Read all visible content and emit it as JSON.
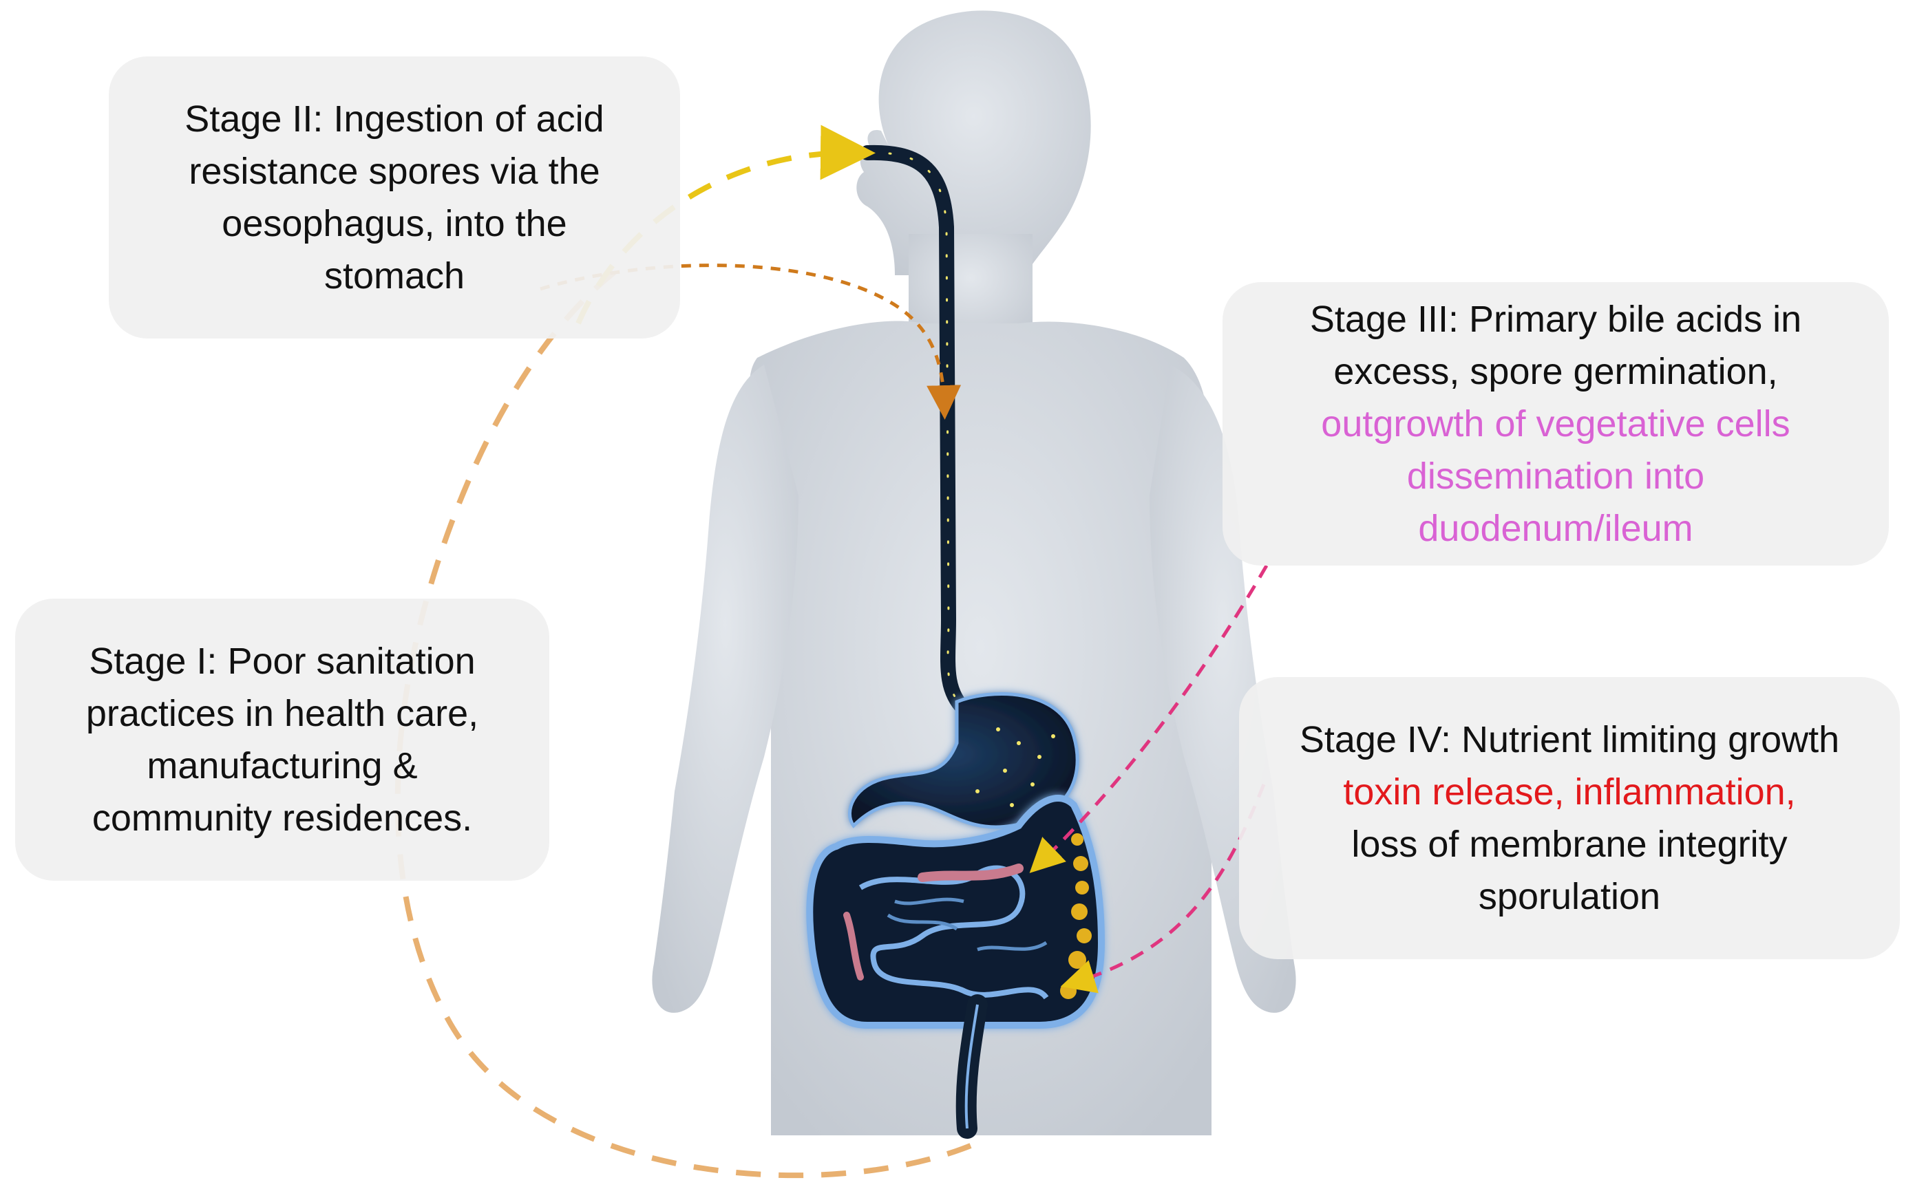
{
  "stages": [
    {
      "id": "stage2",
      "lines": [
        {
          "text": "Stage II: Ingestion of acid",
          "color": "#111111"
        },
        {
          "text": "resistance spores via the",
          "color": "#111111"
        },
        {
          "text": "oesophagus, into the",
          "color": "#111111"
        },
        {
          "text": "stomach",
          "color": "#111111"
        }
      ]
    },
    {
      "id": "stage3",
      "lines": [
        {
          "text": "Stage III: Primary bile acids in",
          "color": "#111111"
        },
        {
          "text": "excess, spore germination,",
          "color": "#111111"
        },
        {
          "text": "outgrowth of vegetative cells",
          "color": "#d962d4"
        },
        {
          "text": "dissemination into",
          "color": "#d962d4"
        },
        {
          "text": "duodenum/ileum",
          "color": "#d962d4"
        }
      ]
    },
    {
      "id": "stage1",
      "lines": [
        {
          "text": "Stage I: Poor sanitation",
          "color": "#111111"
        },
        {
          "text": "practices in health care,",
          "color": "#111111"
        },
        {
          "text": "manufacturing &",
          "color": "#111111"
        },
        {
          "text": "community residences.",
          "color": "#111111"
        }
      ]
    },
    {
      "id": "stage4",
      "lines": [
        {
          "text": "Stage IV: Nutrient limiting growth",
          "color": "#111111"
        },
        {
          "text": "toxin release, inflammation,",
          "color": "#e3191c"
        },
        {
          "text": "loss of membrane integrity",
          "color": "#111111"
        },
        {
          "text": "sporulation",
          "color": "#111111"
        }
      ]
    }
  ],
  "colors": {
    "body_silhouette": "#d4d9df",
    "gut_dark": "#0f1f33",
    "gut_glow": "#7fb0e8",
    "spore_dots": "#f2e66a",
    "arrow_yellow": "#e9c516",
    "arrow_orange": "#cf7a1c",
    "arrow_light_orange": "#e8b070",
    "arrow_pink": "#e0357f",
    "small_intestine_pink": "#c97b8e",
    "colon_yellow": "#e3b01e"
  }
}
